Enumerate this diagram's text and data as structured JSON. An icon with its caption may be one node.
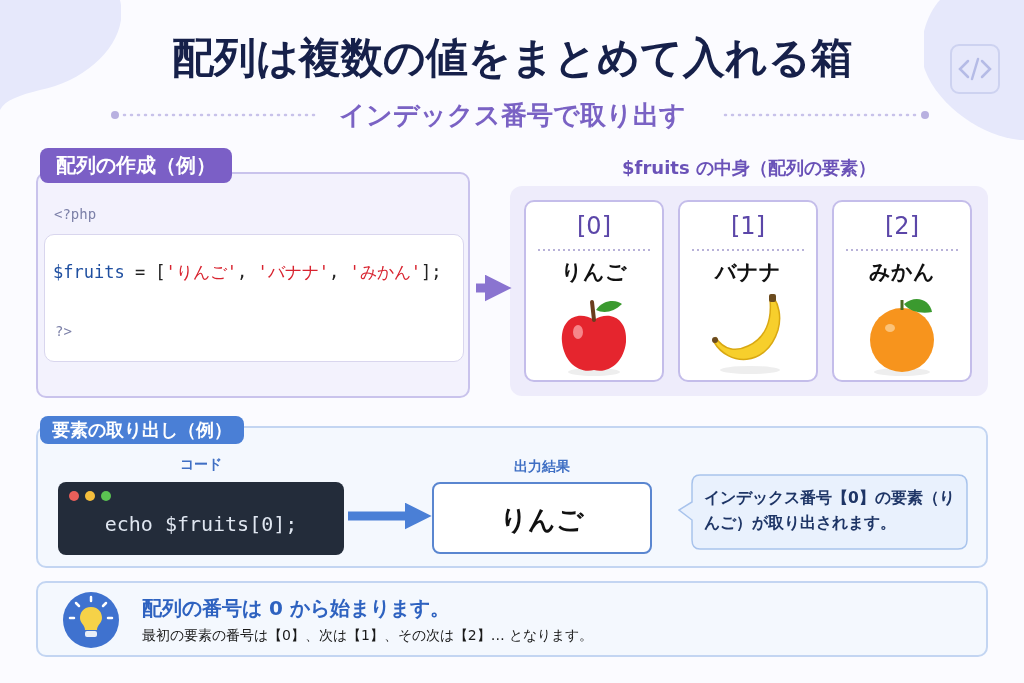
{
  "diagram": {
    "title": "配列は複数の値をまとめて入れる箱",
    "nodes": [
      {
        "text": [
          "配列の作成（例）",
          "<?php"
        ]
      },
      {
        "text": [
          "$fruits = ['りんご', 'バナナ', 'みかん'];",
          "?>"
        ],
        "in": 0
      },
      {
        "text": [
          "$fruits の中身（配列の要素）"
        ]
      },
      {
        "text": [
          "[0]",
          "りんご"
        ],
        "in": 2
      },
      {
        "text": [
          "[1]",
          "バナナ"
        ],
        "in": 2
      },
      {
        "text": [
          "[2]",
          "みかん"
        ],
        "in": 2
      },
      {
        "text": [
          "要素の取り出し（例）"
        ]
      },
      {
        "text": [
          "echo $fruits[0];"
        ],
        "in": 6,
        "beside": [
          "コード"
        ]
      },
      {
        "text": [
          "りんご"
        ],
        "in": 6,
        "beside": [
          "出力結果"
        ]
      },
      {
        "text": [
          "インデックス番号【0】の要素（りんご）が取り出されます。"
        ],
        "in": 6
      },
      {
        "text": [
          "配列の番号は 0 から始まります。",
          "最初の要素の番号は【0】、次は【1】、その次は【2】… となります。"
        ]
      }
    ],
    "edges": [
      {
        "from": 0,
        "to": 2,
        "arrow": "to",
        "color": "#8a74d0"
      },
      {
        "from": 7,
        "to": 8,
        "arrow": "to",
        "color": "#4a7fd6"
      }
    ],
    "labels": [
      "インデックス番号で取り出す"
    ]
  }
}
